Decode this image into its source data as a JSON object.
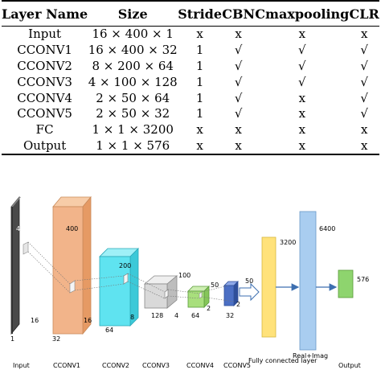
{
  "table": {
    "headers": [
      "Layer Name",
      "Size",
      "Stride",
      "CBN",
      "Cmaxpooling",
      "CLR"
    ],
    "rows": [
      [
        "Input",
        "16 × 400 × 1",
        "x",
        "x",
        "x",
        "x"
      ],
      [
        "CCONV1",
        "16 × 400 × 32",
        "1",
        "√",
        "√",
        "√"
      ],
      [
        "CCONV2",
        "8 × 200 × 64",
        "1",
        "√",
        "√",
        "√"
      ],
      [
        "CCONV3",
        "4 × 100 × 128",
        "1",
        "√",
        "√",
        "√"
      ],
      [
        "CCONV4",
        "2 × 50 × 64",
        "1",
        "√",
        "x",
        "√"
      ],
      [
        "CCONV5",
        "2 × 50 × 32",
        "1",
        "√",
        "x",
        "√"
      ],
      [
        "FC",
        "1 × 1 × 3200",
        "x",
        "x",
        "x",
        "x"
      ],
      [
        "Output",
        "1 × 1 × 576",
        "x",
        "x",
        "x",
        "x"
      ]
    ]
  },
  "diagram": {
    "colors": {
      "input": "#4a4a4a",
      "cconv1": "#f2b48a",
      "cconv2": "#5fe3f0",
      "cconv3": "#d9d9d9",
      "cconv4": "#a8df7c",
      "cconv5": "#4b6fc4",
      "fc_a": "#ffe27a",
      "fc_b": "#a9cdf0",
      "output": "#8ed46e"
    },
    "dims": {
      "input_h": "400",
      "input_w": "16",
      "input_d": "1",
      "c1_h": "400",
      "c1_w": "16",
      "c1_d": "32",
      "c2_h": "200",
      "c2_w": "8",
      "c2_d": "64",
      "c3_h": "100",
      "c3_w": "4",
      "c3_d": "128",
      "c4_h": "50",
      "c4_w": "2",
      "c4_d": "64",
      "c5_h": "50",
      "c5_w": "2",
      "c5_d": "32",
      "fc_a": "3200",
      "fc_b": "6400",
      "out": "576"
    },
    "labels": {
      "input": "Input",
      "cconv1": "CCONV1",
      "cconv2": "CCONV2",
      "cconv3": "CCONV3",
      "cconv4": "CCONV4",
      "cconv5": "CCONV5",
      "fc": "Fully connected layer",
      "real_imag": "Real+Imag",
      "output": "Output"
    }
  }
}
